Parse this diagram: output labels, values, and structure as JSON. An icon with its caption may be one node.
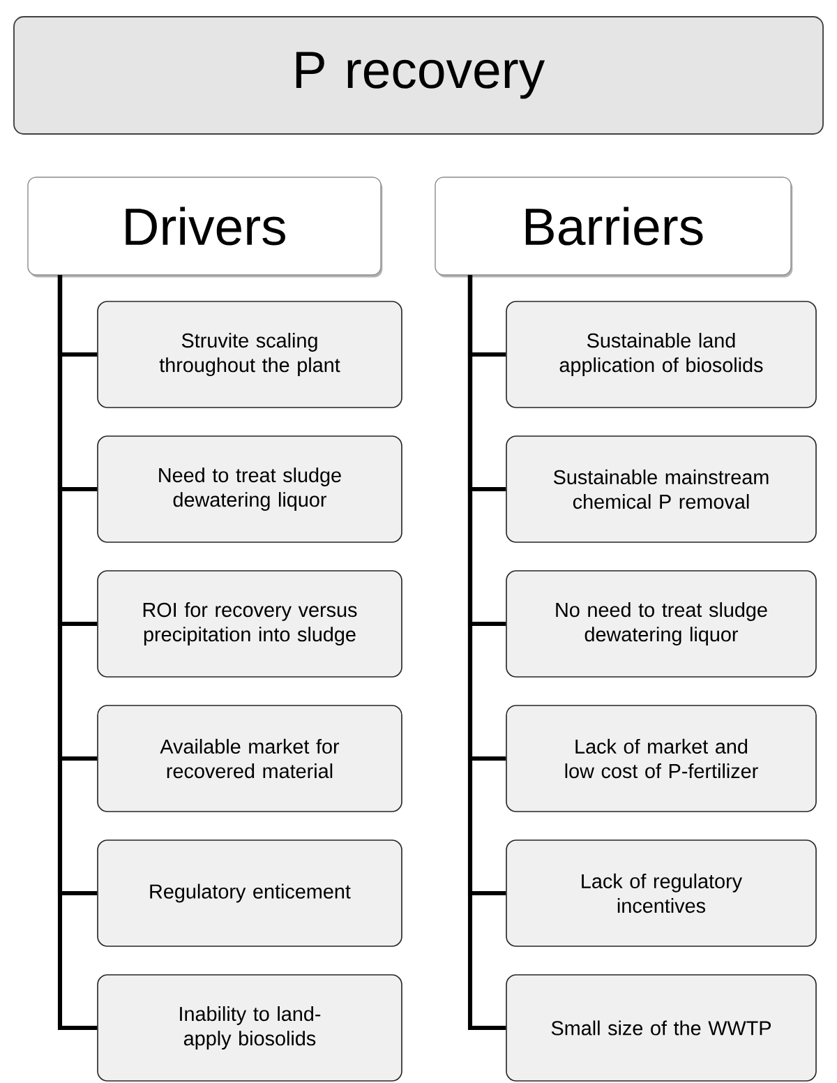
{
  "diagram": {
    "nodes": [
      {
        "text": [
          "P recovery"
        ]
      },
      {
        "text": [
          "Drivers"
        ]
      },
      {
        "text": [
          "Barriers"
        ]
      },
      {
        "text": [
          "Struvite scaling throughout the plant"
        ]
      },
      {
        "text": [
          "Need to treat sludge dewatering liquor"
        ]
      },
      {
        "text": [
          "ROI for recovery versus precipitation into sludge"
        ]
      },
      {
        "text": [
          "Available market for recovered material"
        ]
      },
      {
        "text": [
          "Regulatory enticement"
        ]
      },
      {
        "text": [
          "Inability to land-apply biosolids"
        ]
      },
      {
        "text": [
          "Sustainable land application of biosolids"
        ]
      },
      {
        "text": [
          "Sustainable mainstream chemical P removal"
        ]
      },
      {
        "text": [
          "No need to treat sludge dewatering liquor"
        ]
      },
      {
        "text": [
          "Lack of market and low cost of P-fertilizer"
        ]
      },
      {
        "text": [
          "Lack of regulatory incentives"
        ]
      },
      {
        "text": [
          "Small size of the WWTP"
        ]
      }
    ],
    "edges": [
      {
        "from": 1,
        "to": 3,
        "arrow": "none"
      },
      {
        "from": 1,
        "to": 4,
        "arrow": "none"
      },
      {
        "from": 1,
        "to": 5,
        "arrow": "none"
      },
      {
        "from": 1,
        "to": 6,
        "arrow": "none"
      },
      {
        "from": 1,
        "to": 7,
        "arrow": "none"
      },
      {
        "from": 1,
        "to": 8,
        "arrow": "none"
      },
      {
        "from": 2,
        "to": 9,
        "arrow": "none"
      },
      {
        "from": 2,
        "to": 10,
        "arrow": "none"
      },
      {
        "from": 2,
        "to": 11,
        "arrow": "none"
      },
      {
        "from": 2,
        "to": 12,
        "arrow": "none"
      },
      {
        "from": 2,
        "to": 13,
        "arrow": "none"
      },
      {
        "from": 2,
        "to": 14,
        "arrow": "none"
      }
    ]
  }
}
